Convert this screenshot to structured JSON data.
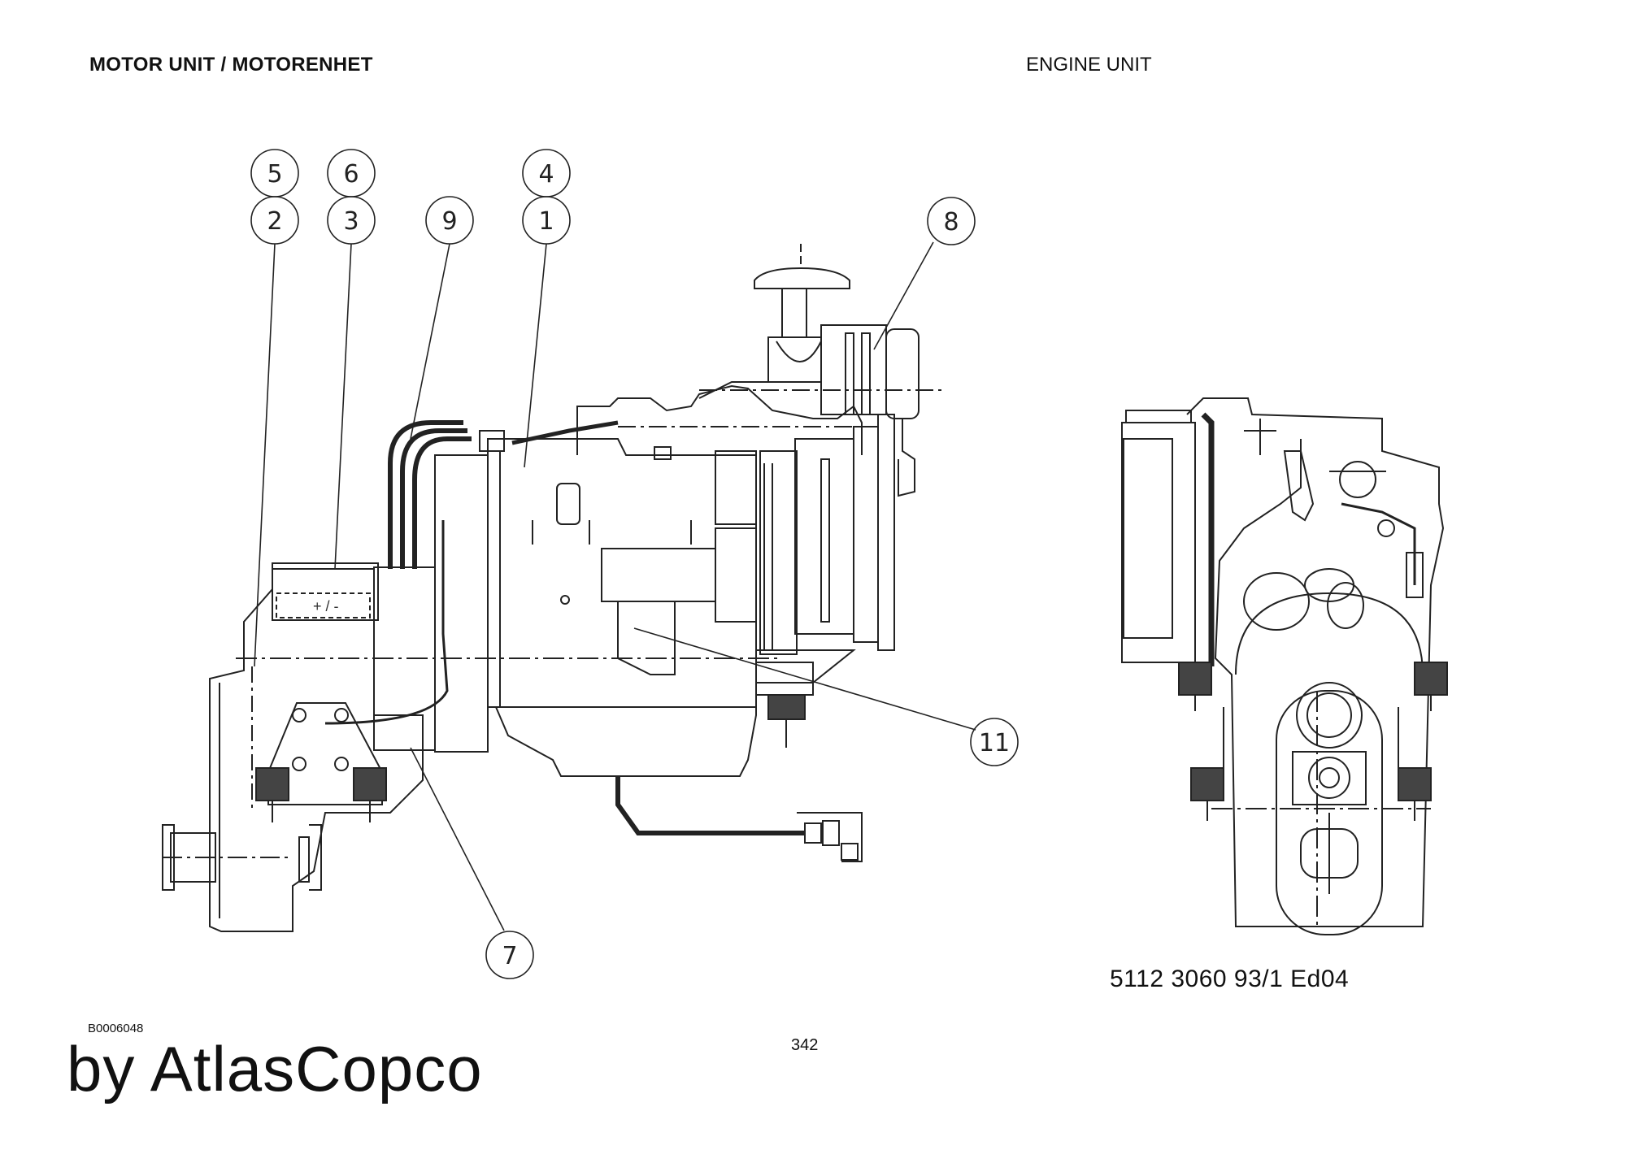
{
  "header": {
    "title_left": "MOTOR UNIT / MOTORENHET",
    "title_right": "ENGINE UNIT"
  },
  "callouts": {
    "c5": "5",
    "c6": "6",
    "c4": "4",
    "c2": "2",
    "c3": "3",
    "c9": "9",
    "c1": "1",
    "c8": "8",
    "c11": "11",
    "c7": "7"
  },
  "footer": {
    "drawing_number": "5112 3060 93/1  Ed04",
    "reference_code": "B0006048",
    "page_number": "342",
    "brand": "by AtlasCopco"
  }
}
